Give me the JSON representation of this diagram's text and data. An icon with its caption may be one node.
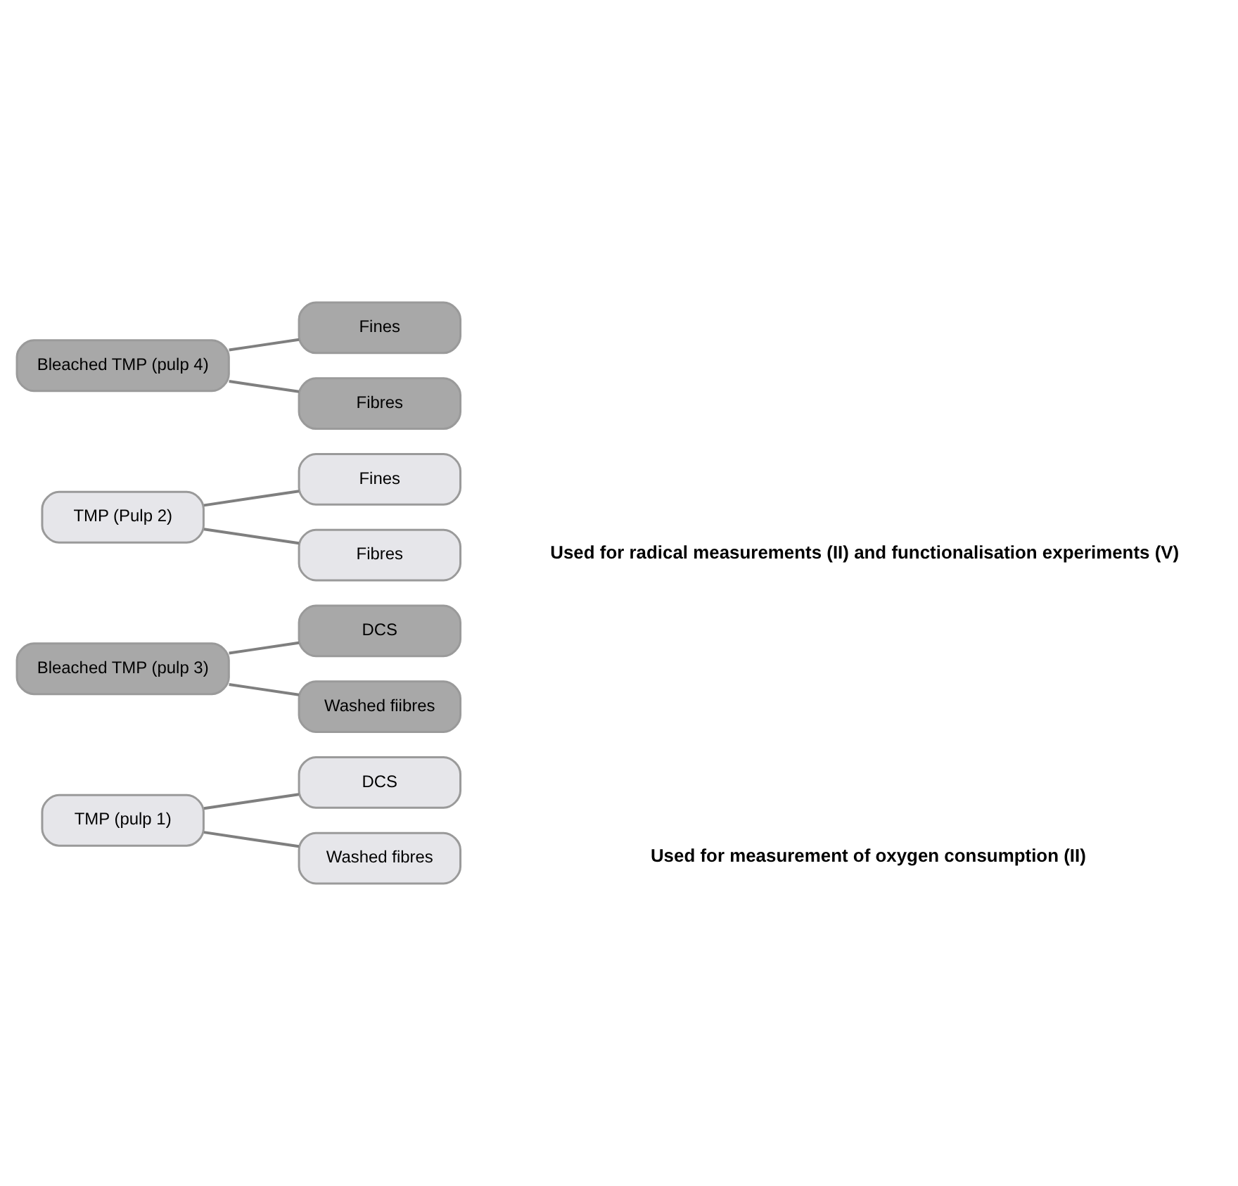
{
  "diagram": {
    "nodes": [
      {
        "text": [
          "TMP (pulp 1)"
        ]
      },
      {
        "text": [
          "DCS"
        ]
      },
      {
        "text": [
          "Washed fibres"
        ]
      },
      {
        "text": [
          "Bleached TMP (pulp 3)"
        ]
      },
      {
        "text": [
          "DCS"
        ]
      },
      {
        "text": [
          "Washed fiibres"
        ]
      },
      {
        "text": [
          "TMP (Pulp 2)"
        ]
      },
      {
        "text": [
          "Fines"
        ]
      },
      {
        "text": [
          "Fibres"
        ]
      },
      {
        "text": [
          "Bleached TMP (pulp 4)"
        ]
      },
      {
        "text": [
          "Fines"
        ]
      },
      {
        "text": [
          "Fibres"
        ]
      }
    ],
    "edges": [
      {
        "from": 0,
        "to": 1,
        "arrow": "none"
      },
      {
        "from": 0,
        "to": 2,
        "arrow": "none"
      },
      {
        "from": 3,
        "to": 4,
        "arrow": "none"
      },
      {
        "from": 3,
        "to": 5,
        "arrow": "none"
      },
      {
        "from": 6,
        "to": 7,
        "arrow": "none"
      },
      {
        "from": 6,
        "to": 8,
        "arrow": "none"
      },
      {
        "from": 9,
        "to": 10,
        "arrow": "none"
      },
      {
        "from": 9,
        "to": 11,
        "arrow": "none"
      }
    ],
    "labels": [
      "Used for measurement of oxygen consumption (II)",
      "Used for radical measurements (II) and functionalisation experiments (V)"
    ]
  }
}
